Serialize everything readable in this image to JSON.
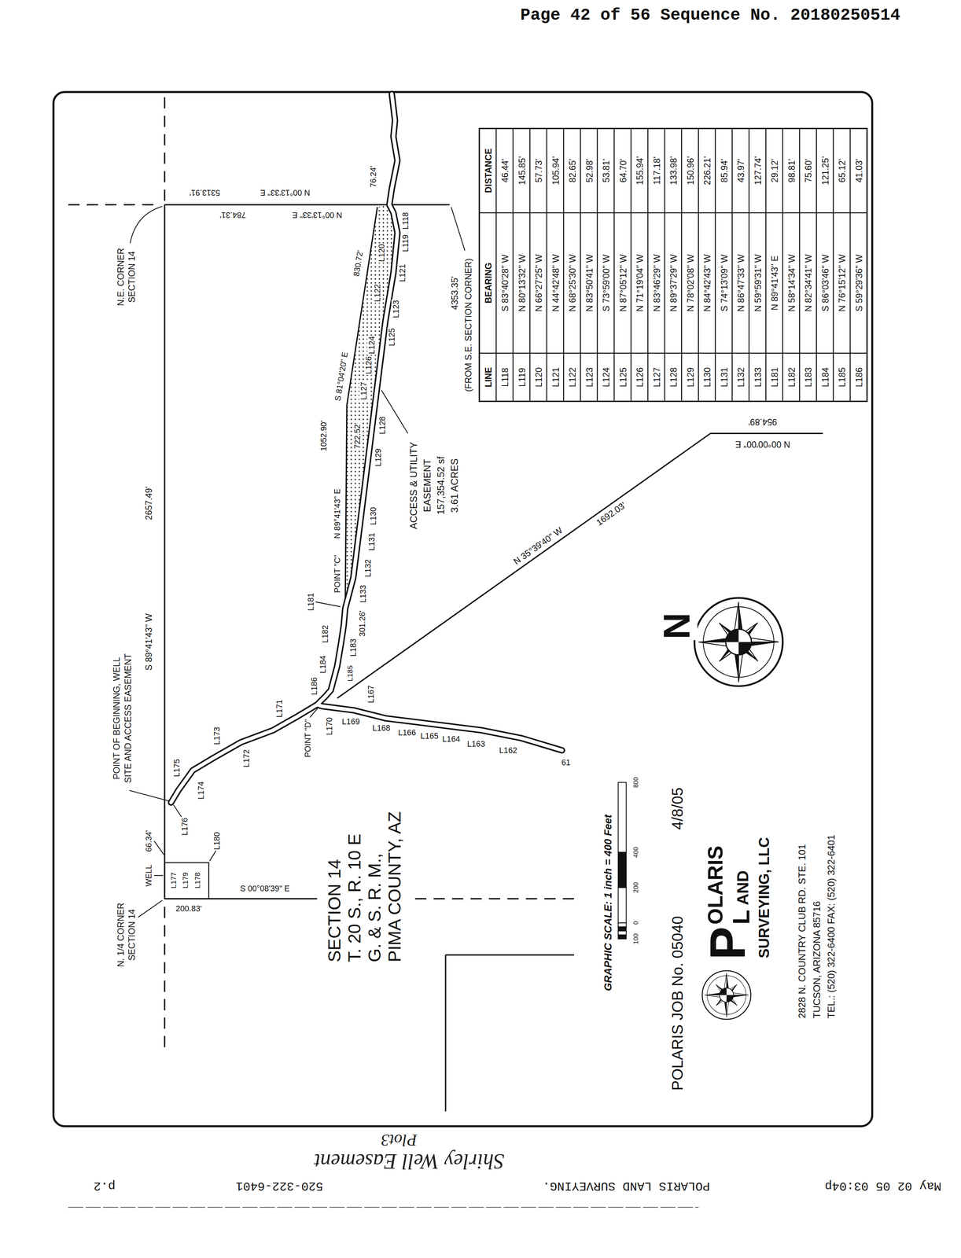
{
  "diagram": {
    "labels": [
      "Page 42 of 56 Sequence No. 20180250514",
      "N.E. CORNER",
      "SECTION 14",
      "S 89°41'43\" W",
      "2657.49'",
      "POINT OF BEGINNING, WELL",
      "SITE AND ACCESS EASEMENT",
      "L176",
      "N. 1/4 CORNER",
      "SECTION 14",
      "66.34'",
      "WELL",
      "L177",
      "L179",
      "L178",
      "L180",
      "S 00°08'39\" E",
      "200.83'",
      "SECTION 14",
      "T. 20 S., R. 10 E",
      "G. & S. R. M.,",
      "PIMA COUNTY, AZ",
      "L175",
      "L174",
      "L173",
      "L172",
      "L171",
      "POINT \"D\"",
      "L186",
      "L184",
      "L185",
      "L183",
      "L182",
      "L181",
      "301.26'",
      "POINT \"C\"",
      "N 89°41'43\" E",
      "1052.90'",
      "722.52'",
      "S 81°04'20\" E",
      "830.72'",
      "L133",
      "L132",
      "L131",
      "L130",
      "L129",
      "L128",
      "L127",
      "L126",
      "L125",
      "L124",
      "L123",
      "L122",
      "L121",
      "L120",
      "L119",
      "L118",
      "76.24'",
      "N 00°13'33\" E",
      "5313.91'",
      "N 00°13'33\" E",
      "784.31'",
      "ACCESS & UTILITY",
      "EASEMENT",
      "157,354.52 sf",
      "3.61 ACRES",
      "4353.35'",
      "(FROM S.E. SECTION CORNER)",
      "N 35°39'40\" W",
      "1692.03'",
      "L167",
      "L170",
      "L169",
      "L168",
      "L166",
      "L165",
      "L164",
      "L163",
      "L162",
      "61",
      "N 00°00'00\" E",
      "954.89'",
      "N",
      "GRAPHIC SCALE: 1 inch = 400 Feet",
      "100",
      "0",
      "200",
      "400",
      "800",
      "POLARIS JOB No. 05040",
      "4/8/05",
      "P",
      "OLARIS",
      "L",
      "AND",
      "SURVEYING, LLC",
      "2828 N. COUNTRY CLUB RD. STE. 101",
      "TUCSON, ARIZONA 85716",
      "TEL.: (520) 322-6400 FAX: (520) 322-6401",
      "LINE",
      "BEARING",
      "DISTANCE",
      "L118",
      "S 83°40'28\" W",
      "46.44'",
      "L119",
      "N 80°13'32\" W",
      "145.85'",
      "L120",
      "N 66°27'25\" W",
      "57.73'",
      "L121",
      "N 44°42'48\" W",
      "105.94'",
      "L122",
      "N 68°25'30\" W",
      "82.65'",
      "L123",
      "N 83°50'41\" W",
      "52.98'",
      "L124",
      "S 73°59'00\" W",
      "53.81'",
      "L125",
      "N 87°05'12\" W",
      "64.70'",
      "L126",
      "N 71°19'04\" W",
      "155.94'",
      "L127",
      "N 83°46'29\" W",
      "117.18'",
      "L128",
      "N 89°37'29\" W",
      "133.98'",
      "L129",
      "N 78°02'08\" W",
      "150.96'",
      "L130",
      "N 84°42'43\" W",
      "226.21'",
      "L131",
      "S 74°13'09\" W",
      "85.94'",
      "L132",
      "N 86°47'33\" W",
      "43.97'",
      "L133",
      "N 59°59'31\" W",
      "127.74'",
      "L181",
      "N 89°41'43\" E",
      "29.12'",
      "L182",
      "N 58°14'34\" W",
      "98.81'",
      "L183",
      "N 82°34'41\" W",
      "75.60'",
      "L184",
      "S 86°03'46\" W",
      "121.25'",
      "L185",
      "N 76°15'12\" W",
      "65.12'",
      "L186",
      "S 59°29'36\" W",
      "41.03'",
      "May 02 05 03:04p",
      "POLARIS LAND SURVEYING.",
      "520-322-6401",
      "p.2",
      "Plot3",
      "Shirley Well Easement"
    ]
  }
}
